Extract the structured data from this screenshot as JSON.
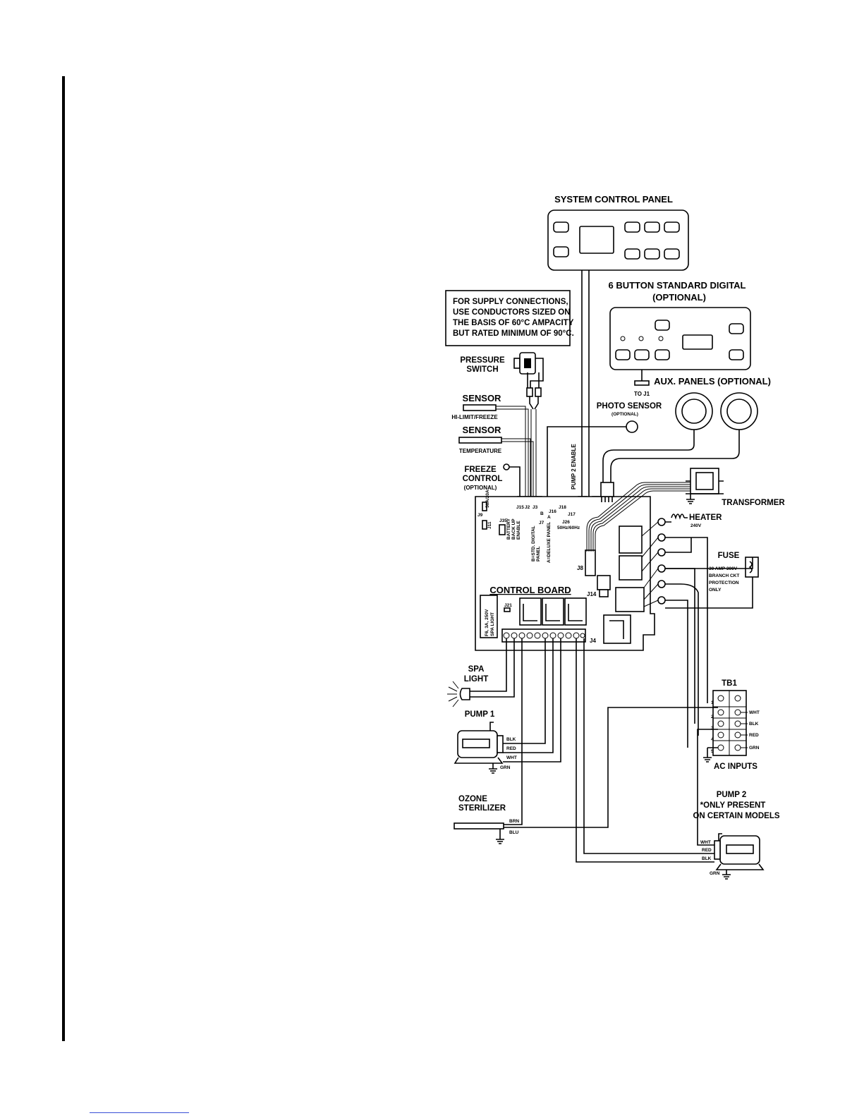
{
  "labels": {
    "system_control_panel": "SYSTEM CONTROL PANEL",
    "std_digital_line1": "6 BUTTON STANDARD DIGITAL",
    "std_digital_line2": "(OPTIONAL)",
    "to_j1": "TO J1",
    "aux_panels": "AUX. PANELS (OPTIONAL)",
    "supply_note": [
      "FOR SUPPLY CONNECTIONS,",
      "USE CONDUCTORS SIZED ON",
      "THE BASIS OF 60°C AMPACITY",
      "BUT RATED MINIMUM OF 90°C."
    ],
    "pressure_switch": [
      "PRESSURE",
      "SWITCH"
    ],
    "sensor_1": "SENSOR",
    "sensor_1_sub": "HI-LIMIT/FREEZE",
    "sensor_2": "SENSOR",
    "sensor_2_sub": "TEMPERATURE",
    "photo_sensor": "PHOTO SENSOR",
    "photo_sensor_sub": "(OPTIONAL)",
    "freeze_control": [
      "FREEZE",
      "CONTROL",
      "(OPTIONAL)"
    ],
    "pump2_enable": "PUMP 2 ENABLE",
    "transformer": "TRANSFORMER",
    "heater": "HEATER",
    "heater_volt": "240V",
    "fuse": "FUSE",
    "fuse_note": [
      "30 AMP   300V",
      "BRANCH CKT",
      "PROTECTION",
      "ONLY"
    ],
    "control_board": "CONTROL BOARD",
    "j_labels": {
      "j15": "J15",
      "j2": "J2",
      "j3": "J3",
      "j16": "J16",
      "j18": "J18",
      "j17": "J17",
      "j7": "J7",
      "j9": "J9",
      "j11": "J11",
      "j35": "J35",
      "j8": "J8",
      "j14": "J14",
      "j21": "J21",
      "j4": "J4",
      "jb": "B",
      "ja": "A"
    },
    "board_small": {
      "j9_rating": "50A/20A",
      "j26": "J26",
      "hz": "50Hz/60Hz",
      "battery": [
        "BATTERY",
        "BACK UP",
        "ENABLE"
      ],
      "std_panel": [
        "B=STD. DIGITAL",
        "PANEL"
      ],
      "deluxe": "A=DELUXE PANEL",
      "fuse_rating": [
        "F6, 3A, 250V",
        "SPA LIGHT"
      ]
    },
    "spa_light": [
      "SPA",
      "LIGHT"
    ],
    "pump1": "PUMP 1",
    "pump1_wires": [
      "BLK",
      "RED",
      "WHT"
    ],
    "pump1_gnd": "GRN",
    "ozone": [
      "OZONE",
      "STERILIZER"
    ],
    "ozone_wires": [
      "BRN",
      "BLU"
    ],
    "tb1": "TB1",
    "tb1_numbers": [
      "1",
      "2",
      "3",
      "4",
      "5"
    ],
    "tb1_wires": [
      "WHT",
      "BLK",
      "RED",
      "GRN"
    ],
    "ac_inputs": "AC INPUTS",
    "pump2": [
      "PUMP 2",
      "*ONLY PRESENT",
      "ON CERTAIN MODELS"
    ],
    "pump2_wires": [
      "WHT",
      "RED",
      "BLK"
    ],
    "pump2_gnd": "GRN"
  }
}
